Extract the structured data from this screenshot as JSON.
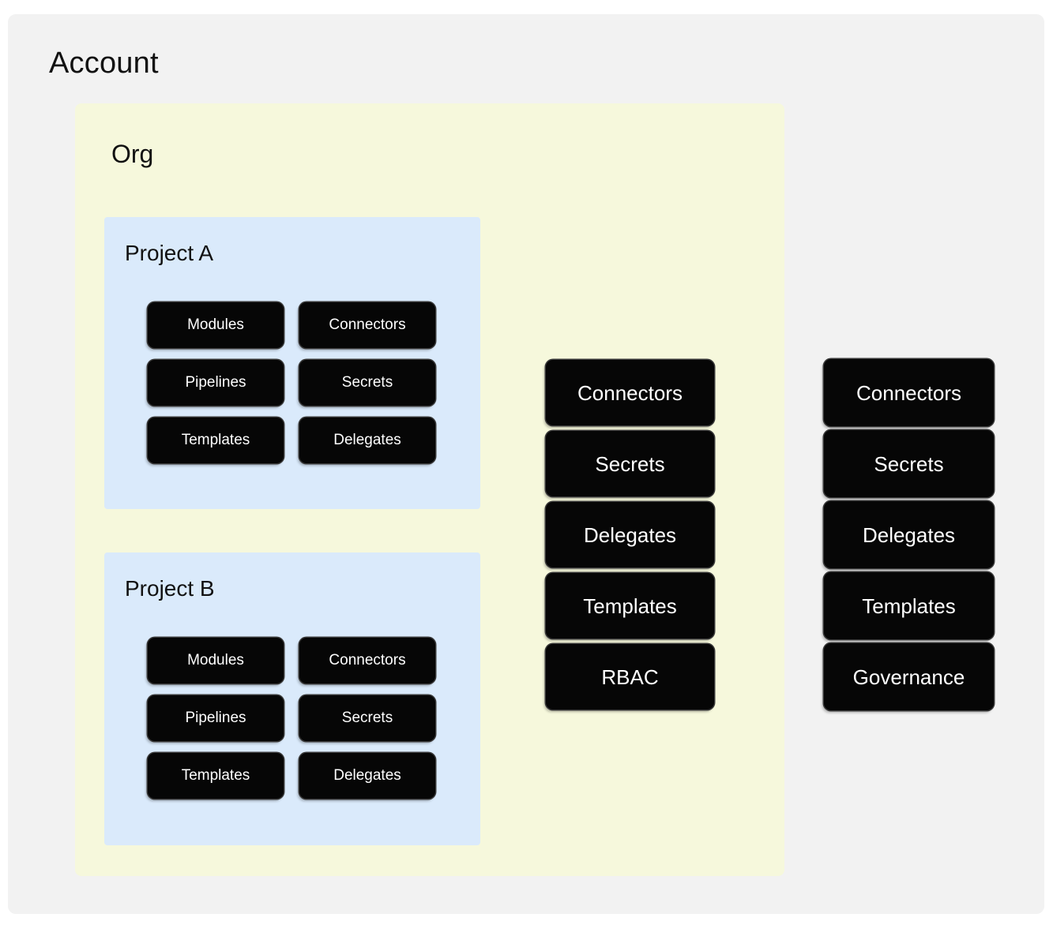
{
  "diagram": {
    "type": "nested-hierarchy",
    "levels": [
      "Account",
      "Org",
      "Project"
    ],
    "colors": {
      "account_bg": "#f2f2f2",
      "org_bg": "#f6f8dc",
      "project_bg": "#daeafb",
      "chip_bg": "#060606",
      "chip_text": "#ffffff",
      "chip_border": "#3a3a3a",
      "title_text": "#111111",
      "page_bg": "#ffffff"
    }
  },
  "account": {
    "title": "Account",
    "resources": [
      {
        "label": "Connectors"
      },
      {
        "label": "Secrets"
      },
      {
        "label": "Delegates"
      },
      {
        "label": "Templates"
      },
      {
        "label": "Governance"
      }
    ]
  },
  "org": {
    "title": "Org",
    "resources": [
      {
        "label": "Connectors"
      },
      {
        "label": "Secrets"
      },
      {
        "label": "Delegates"
      },
      {
        "label": "Templates"
      },
      {
        "label": "RBAC"
      }
    ]
  },
  "projects": [
    {
      "title": "Project A",
      "resources": [
        {
          "label": "Modules"
        },
        {
          "label": "Connectors"
        },
        {
          "label": "Pipelines"
        },
        {
          "label": "Secrets"
        },
        {
          "label": "Templates"
        },
        {
          "label": "Delegates"
        }
      ]
    },
    {
      "title": "Project B",
      "resources": [
        {
          "label": "Modules"
        },
        {
          "label": "Connectors"
        },
        {
          "label": "Pipelines"
        },
        {
          "label": "Secrets"
        },
        {
          "label": "Templates"
        },
        {
          "label": "Delegates"
        }
      ]
    }
  ]
}
